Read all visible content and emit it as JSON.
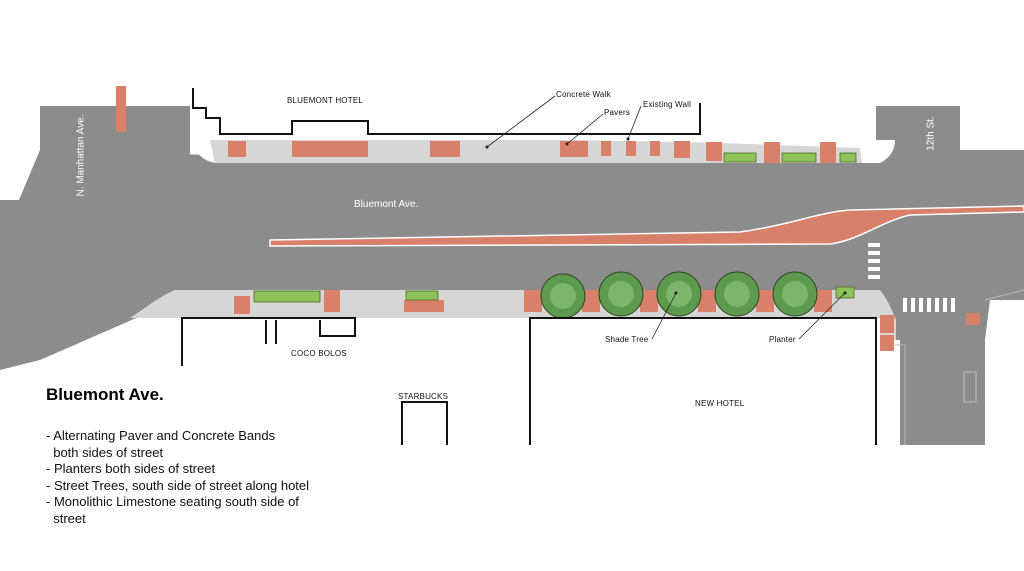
{
  "title": "Bluemont Ave.",
  "notes": [
    "- Alternating Paver and Concrete Bands\n  both sides of street",
    "- Planters both sides of street",
    "- Street Trees, south side of street along hotel",
    "- Monolithic Limestone seating south side of\n  street"
  ],
  "streets": {
    "main": "Bluemont Ave.",
    "west": "N. Manhattan Ave.",
    "east": "12th St."
  },
  "buildings": {
    "bluemont_hotel": "BLUEMONT HOTEL",
    "coco_bolos": "COCO BOLOS",
    "starbucks": "STARBUCKS",
    "new_hotel": "NEW HOTEL"
  },
  "callouts": {
    "concrete_walk": "Concrete Walk",
    "pavers": "Pavers",
    "existing_wall": "Existing Wall",
    "shade_tree": "Shade Tree",
    "planter": "Planter"
  },
  "colors": {
    "road": "#8c8c8c",
    "sidewalk": "#d6d6d6",
    "paver": "#d9806b",
    "planter": "#8ec35a",
    "tree": "#5e9a4e",
    "building_line": "#111111"
  }
}
